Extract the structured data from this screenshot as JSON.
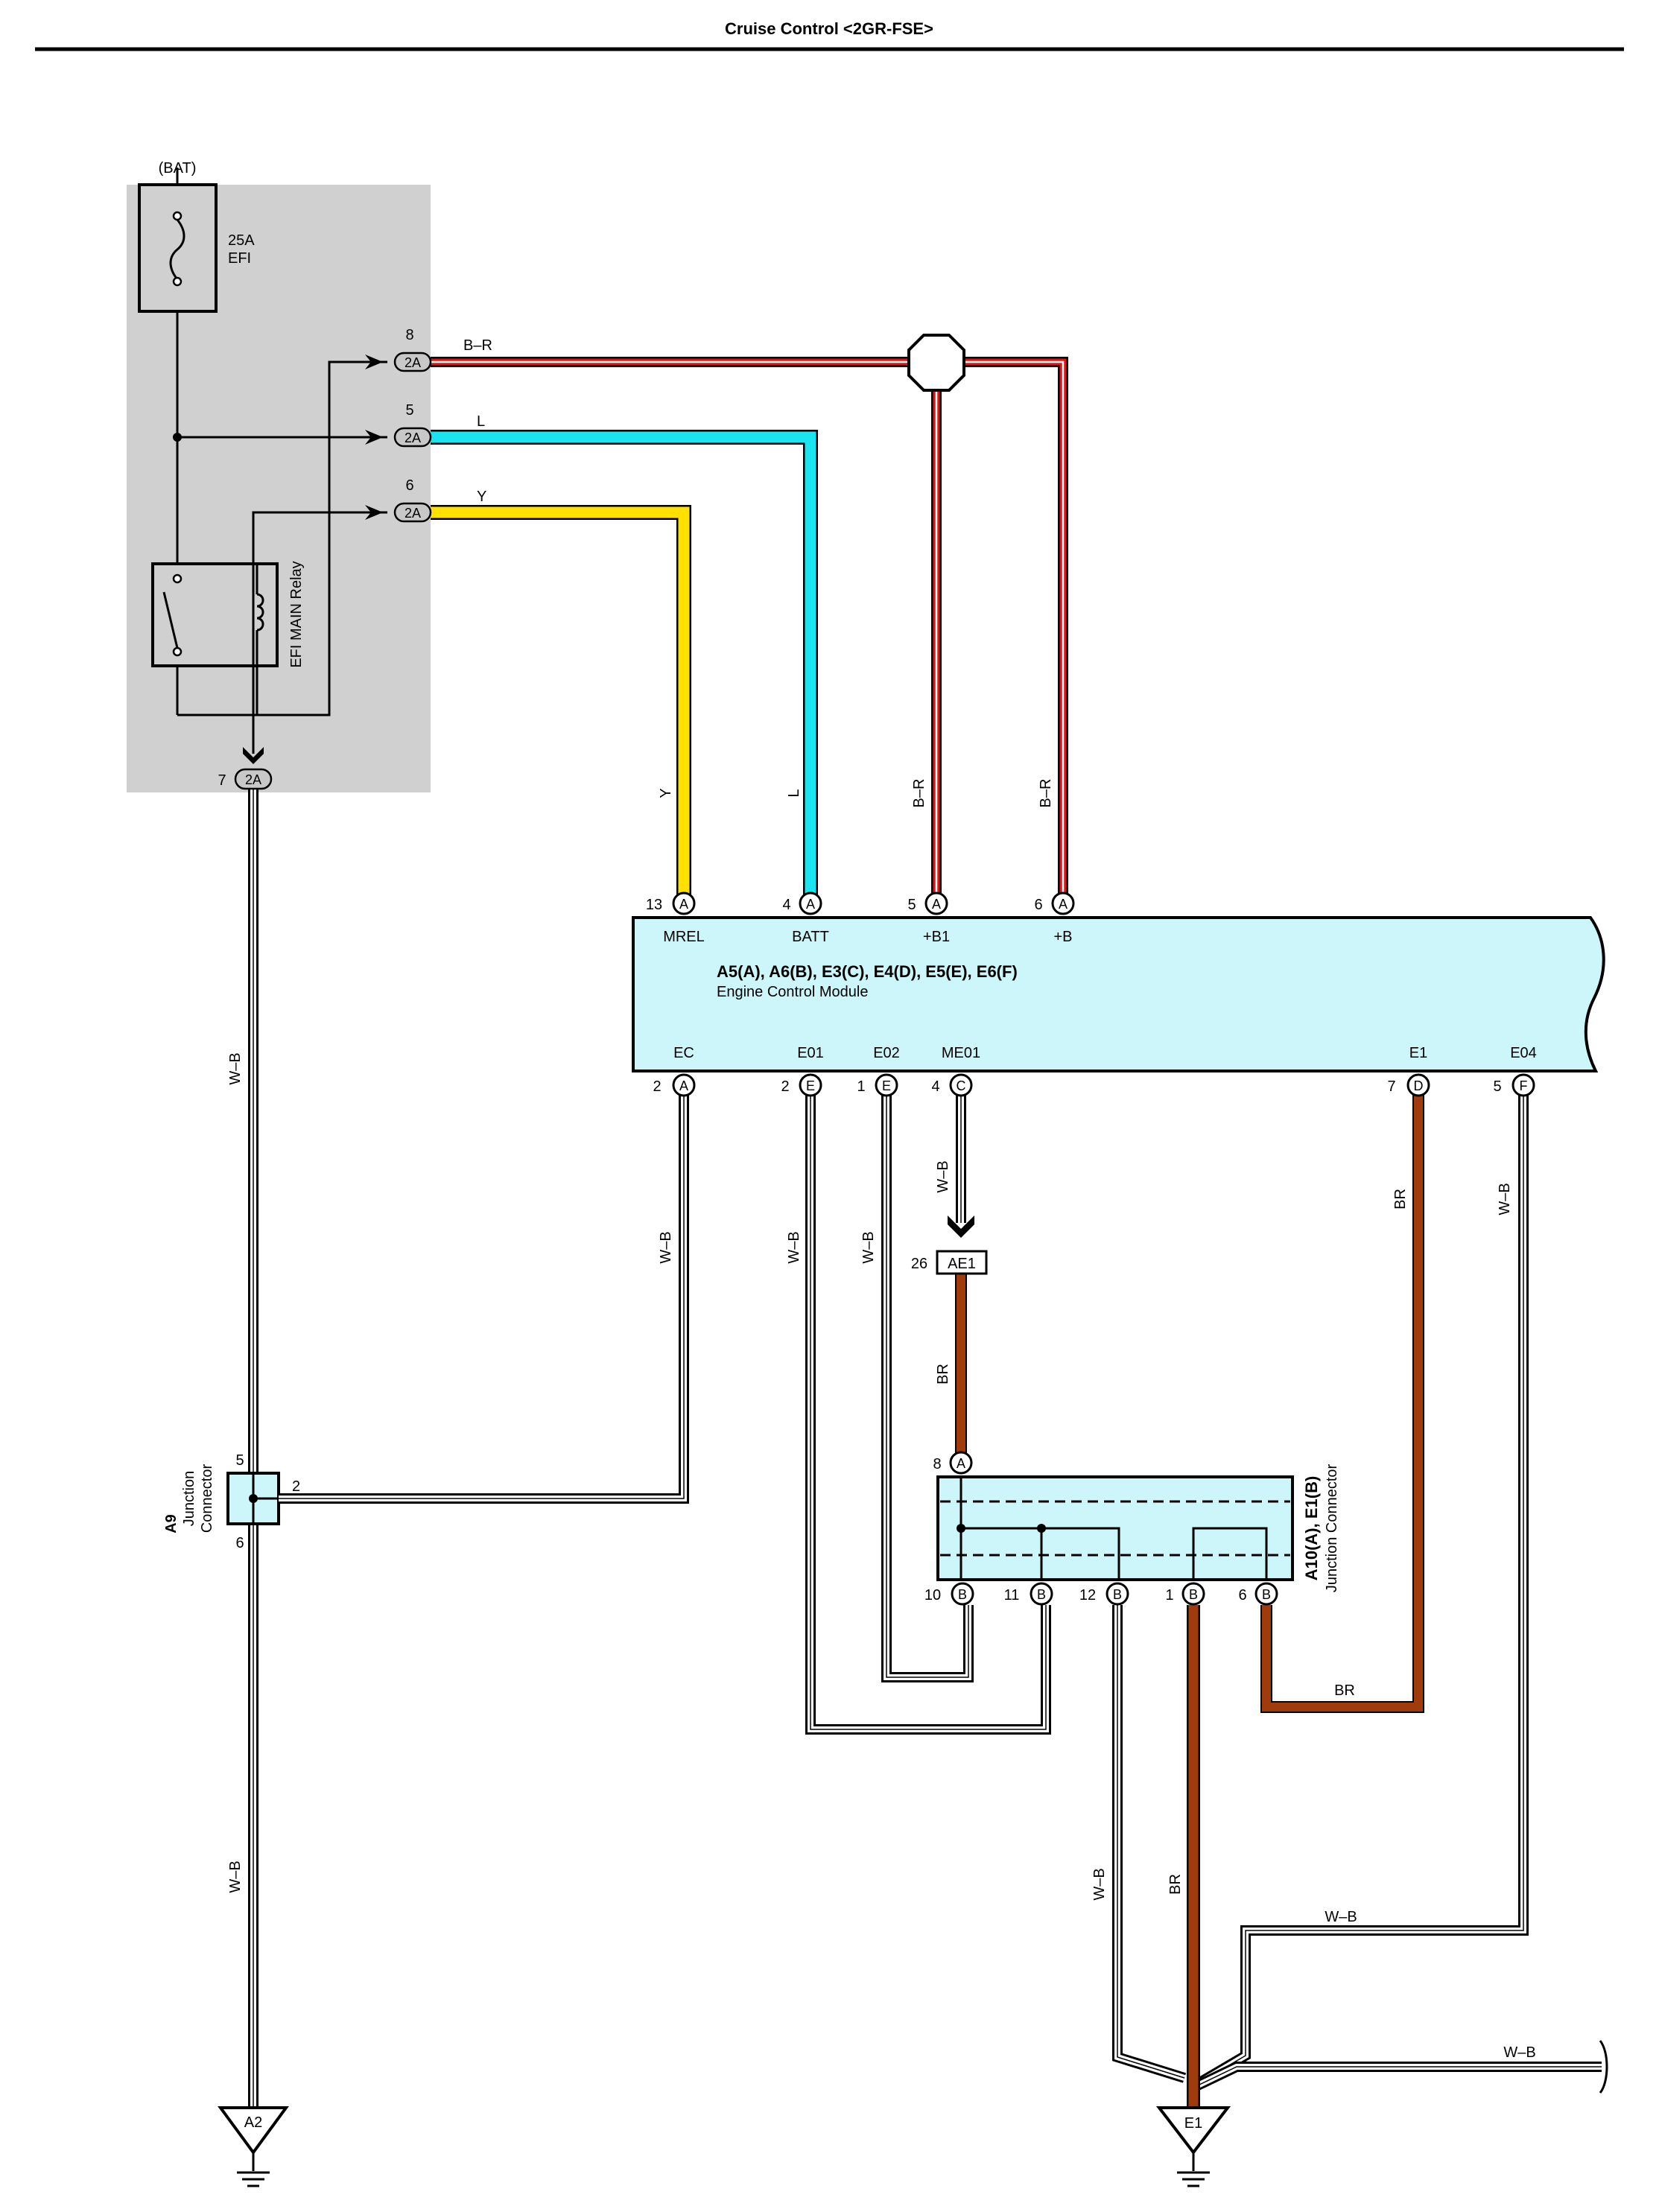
{
  "title": "Cruise Control <2GR-FSE>",
  "bat_label": "(BAT)",
  "fuse": {
    "rating": "25A",
    "name": "EFI"
  },
  "relay_label": "EFI MAIN Relay",
  "colors": {
    "relay_box": "#d0d0d0",
    "ecm_fill": "#ccf6fa",
    "wire_br": "#a23b0c",
    "wire_l": "#19e4f0",
    "wire_y": "#ffe000",
    "wire_red": "#e01414"
  },
  "connector_2A": {
    "label": "2A",
    "pins": [
      {
        "pin": "8",
        "wire": "B–R"
      },
      {
        "pin": "5",
        "wire": "L"
      },
      {
        "pin": "6",
        "wire": "Y"
      },
      {
        "pin": "7",
        "wire": "W–B"
      }
    ]
  },
  "ecm": {
    "codes": "A5(A), A6(B), E3(C), E4(D), E5(E), E6(F)",
    "name": "Engine Control Module",
    "top_pins": [
      {
        "pin": "13",
        "conn": "A",
        "name": "MREL",
        "wire": "Y"
      },
      {
        "pin": "4",
        "conn": "A",
        "name": "BATT",
        "wire": "L"
      },
      {
        "pin": "5",
        "conn": "A",
        "name": "+B1",
        "wire": "B–R"
      },
      {
        "pin": "6",
        "conn": "A",
        "name": "+B",
        "wire": "B–R"
      }
    ],
    "bottom_pins": [
      {
        "pin": "2",
        "conn": "A",
        "name": "EC",
        "wire": "W–B"
      },
      {
        "pin": "2",
        "conn": "E",
        "name": "E01",
        "wire": "W–B"
      },
      {
        "pin": "1",
        "conn": "E",
        "name": "E02",
        "wire": "W–B"
      },
      {
        "pin": "4",
        "conn": "C",
        "name": "ME01",
        "wire": "W–B"
      },
      {
        "pin": "7",
        "conn": "D",
        "name": "E1",
        "wire": "BR"
      },
      {
        "pin": "5",
        "conn": "F",
        "name": "E04",
        "wire": "W–B"
      }
    ]
  },
  "a9": {
    "code": "A9",
    "name_line1": "Junction",
    "name_line2": "Connector",
    "pins": [
      "5",
      "6",
      "2"
    ]
  },
  "ae1": {
    "pin": "26",
    "label": "AE1"
  },
  "a10": {
    "code": "A10(A), E1(B)",
    "name": "Junction Connector",
    "top_pin": {
      "pin": "8",
      "conn": "A"
    },
    "bottom_pins": [
      {
        "pin": "10",
        "conn": "B"
      },
      {
        "pin": "11",
        "conn": "B"
      },
      {
        "pin": "12",
        "conn": "B"
      },
      {
        "pin": "1",
        "conn": "B"
      },
      {
        "pin": "6",
        "conn": "B"
      }
    ]
  },
  "grounds": {
    "left": "A2",
    "right": "E1"
  },
  "wire_labels": {
    "b_r": "B–R",
    "l": "L",
    "y": "Y",
    "w_b": "W–B",
    "br": "BR"
  }
}
